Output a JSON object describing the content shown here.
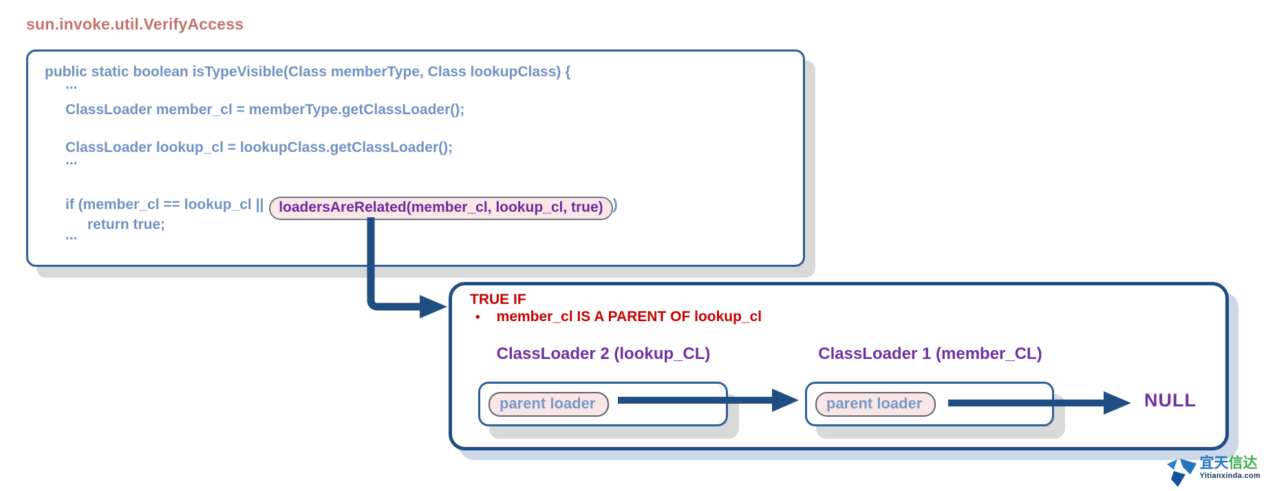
{
  "title": "sun.invoke.util.VerifyAccess",
  "code_box": {
    "signature": "public static boolean isTypeVisible(Class memberType, Class lookupClass) {",
    "ellipsis": "...",
    "decl_member": "ClassLoader member_cl = memberType.getClassLoader();",
    "decl_lookup": "ClassLoader lookup_cl = lookupClass.getClassLoader();",
    "if_prefix": "if (member_cl == lookup_cl || ",
    "if_highlight": "loadersAreRelated(member_cl, lookup_cl, true)",
    "if_suffix": ")",
    "return_stmt": "return true;"
  },
  "result_box": {
    "heading": "TRUE IF",
    "bullet_marker": "•",
    "bullet_text": "member_cl IS A PARENT OF lookup_cl",
    "loaders": [
      {
        "title": "ClassLoader 2 (lookup_CL)",
        "parent_field": "parent loader"
      },
      {
        "title": "ClassLoader 1 (member_CL)",
        "parent_field": "parent loader"
      }
    ],
    "null_label": "NULL"
  },
  "watermark": {
    "brand_zh_blue": "宜天",
    "brand_zh_green": "信达",
    "brand_domain": "Yitianxinda.com"
  },
  "colors": {
    "title_red": "#c4716c",
    "code_blue": "#6f92c3",
    "navy_border": "#1f4e82",
    "highlight_bg": "#f9e6e6",
    "highlight_text": "#6a2ba0",
    "alert_red": "#c80000",
    "purple": "#7030a0",
    "pill_text_blue": "#7799c7",
    "shadow_gray": "#d9d9d9",
    "shadow_blue": "#cdd8e9"
  }
}
